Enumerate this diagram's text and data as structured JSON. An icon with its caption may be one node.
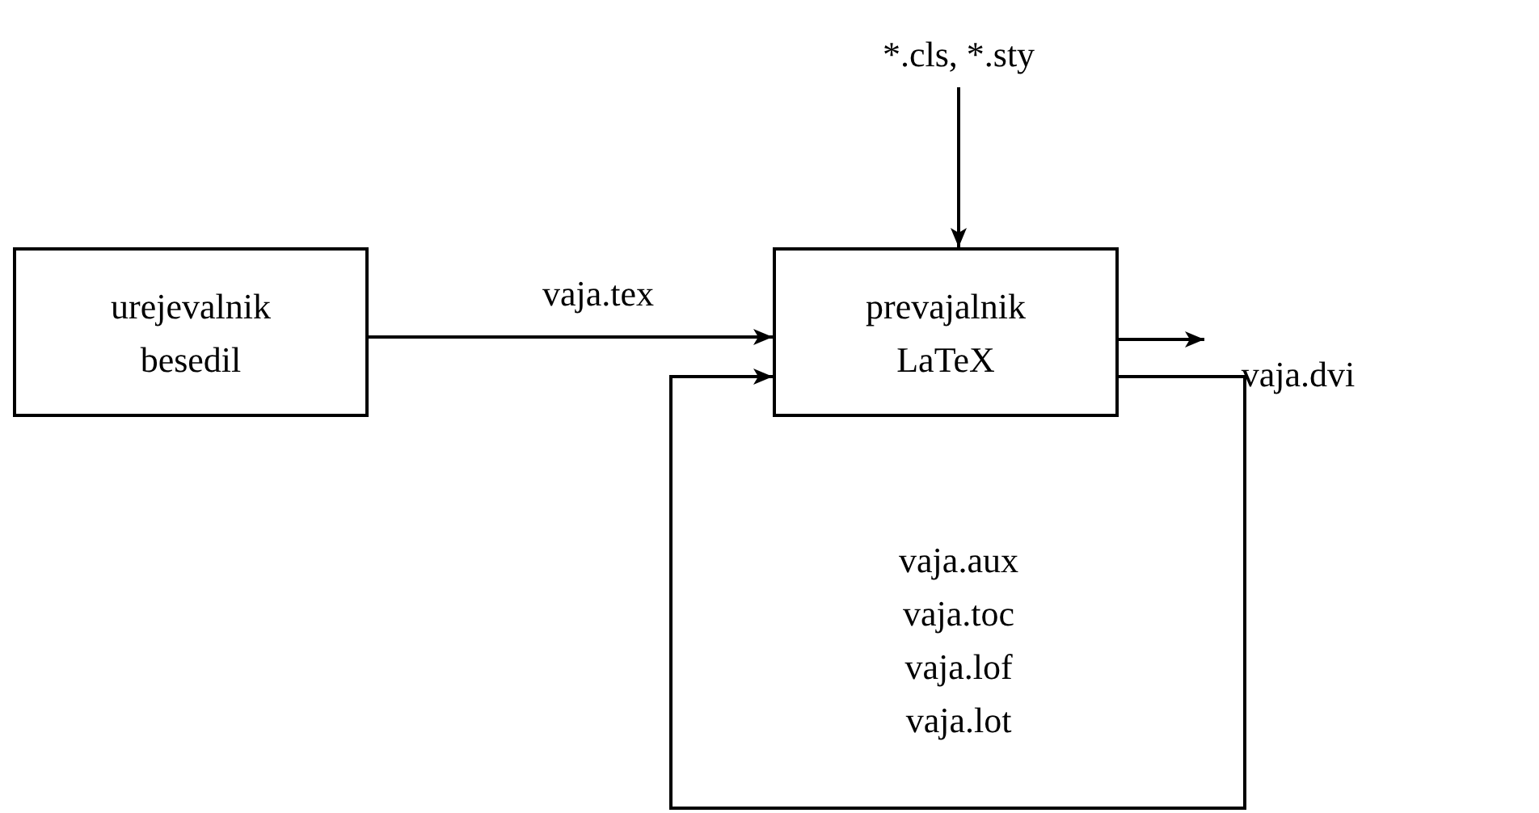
{
  "diagram": {
    "nodes": [
      {
        "text": [
          "urejevalnik besedil"
        ]
      },
      {
        "text": [
          "prevajalnik LaTeX"
        ]
      },
      {
        "text": [
          "*.cls, *.sty"
        ]
      },
      {
        "text": [
          "vaja.dvi"
        ]
      }
    ],
    "edges": [
      {
        "from": 0,
        "to": 1,
        "arrow": "to",
        "label": "vaja.tex"
      },
      {
        "from": 2,
        "to": 1,
        "arrow": "to"
      },
      {
        "from": 1,
        "to": 3,
        "arrow": "to"
      },
      {
        "from": 1,
        "to": 1,
        "arrow": "to",
        "label": "vaja.aux vaja.toc vaja.lof vaja.lot"
      }
    ]
  }
}
